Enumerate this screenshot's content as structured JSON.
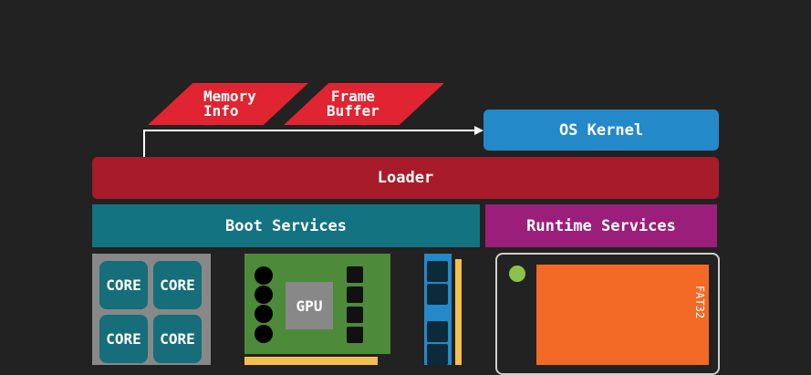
{
  "memory_info": "Memory\nInfo",
  "frame_buffer": "Frame\nBuffer",
  "os_kernel": "OS Kernel",
  "loader": "Loader",
  "boot_services": "Boot Services",
  "runtime_services": "Runtime Services",
  "cores": [
    "CORE",
    "CORE",
    "CORE",
    "CORE"
  ],
  "gpu": "GPU",
  "fat32": "FAT32",
  "colors": {
    "background": "#222222",
    "red": "#e02431",
    "loader": "#a81b2a",
    "os_kernel": "#2489c8",
    "boot_services": "#137381",
    "runtime_services": "#9b1f7a",
    "cpu_body": "#888888",
    "gpu_board": "#4d8a3a",
    "orange": "#f26a25",
    "yellow": "#f2c04d",
    "green_dot": "#8bc34a"
  }
}
